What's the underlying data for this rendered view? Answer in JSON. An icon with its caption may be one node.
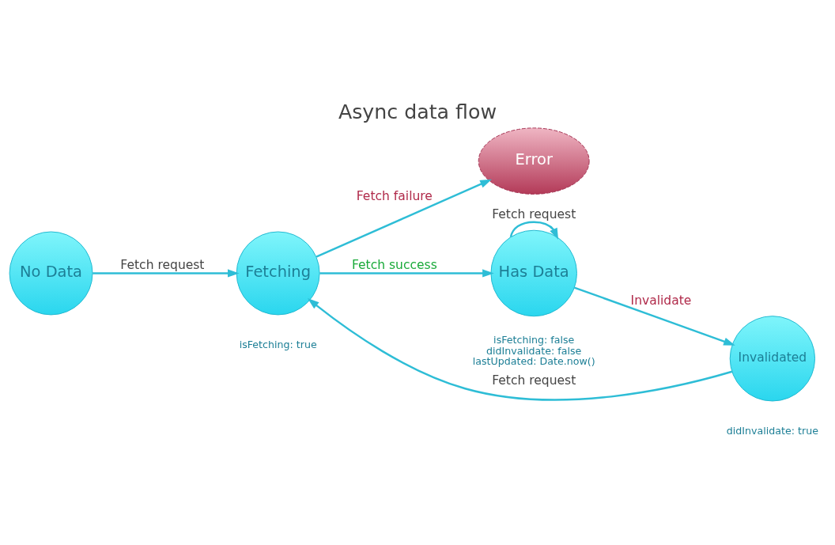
{
  "diagram": {
    "title": "Async data flow",
    "nodes": [
      {
        "text": [
          "No Data"
        ]
      },
      {
        "text": [
          "Fetching"
        ],
        "beside": [
          "isFetching: true"
        ]
      },
      {
        "text": [
          "Error"
        ]
      },
      {
        "text": [
          "Has Data"
        ],
        "beside": [
          "isFetching: false",
          "didInvalidate: false",
          "lastUpdated: Date.now()"
        ]
      },
      {
        "text": [
          "Invalidated"
        ],
        "beside": [
          "didInvalidate: true"
        ]
      }
    ],
    "edges": [
      {
        "from": 0,
        "to": 1,
        "arrow": "to",
        "label": "Fetch request"
      },
      {
        "from": 1,
        "to": 2,
        "arrow": "to",
        "label": "Fetch failure"
      },
      {
        "from": 1,
        "to": 3,
        "arrow": "to",
        "label": "Fetch success"
      },
      {
        "from": 3,
        "to": 3,
        "arrow": "to",
        "label": "Fetch request"
      },
      {
        "from": 3,
        "to": 4,
        "arrow": "to",
        "label": "Invalidate"
      },
      {
        "from": 4,
        "to": 1,
        "arrow": "to",
        "label": "Fetch request"
      }
    ]
  }
}
